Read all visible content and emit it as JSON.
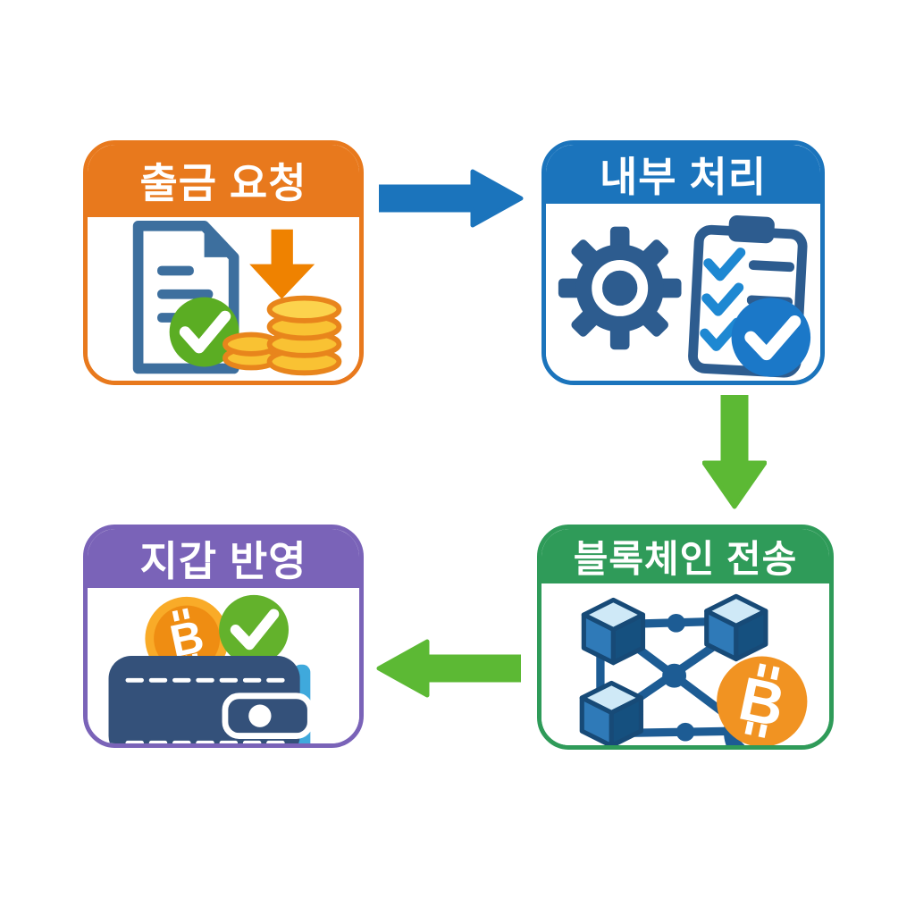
{
  "diagram": {
    "steps": [
      {
        "id": "withdrawal-request",
        "label": "출금 요청",
        "header_color": "#E8791D",
        "icon": "document-check-coins-icon"
      },
      {
        "id": "internal-processing",
        "label": "내부 처리",
        "header_color": "#1B74BC",
        "icon": "gear-checklist-icon"
      },
      {
        "id": "blockchain-transfer",
        "label": "블록체인 전송",
        "header_color": "#2F9B59",
        "icon": "blockchain-network-bitcoin-icon"
      },
      {
        "id": "wallet-reflection",
        "label": "지갑 반영",
        "header_color": "#7A63B8",
        "icon": "wallet-bitcoin-check-icon"
      }
    ],
    "arrows": [
      {
        "from_step": "출금 요청",
        "to_step": "내부 처리",
        "direction": "right",
        "color": "#1B74BC"
      },
      {
        "from_step": "내부 처리",
        "to_step": "블록체인 전송",
        "direction": "down",
        "color": "#5CB934"
      },
      {
        "from_step": "블록체인 전송",
        "to_step": "지갑 반영",
        "direction": "left",
        "color": "#5CB934"
      }
    ],
    "icon_colors": {
      "navy": "#2D5C8F",
      "steel_blue": "#3D6F9E",
      "bright_blue": "#1E88D2",
      "cube_top_blue": "#CFE9F7",
      "coin_gold": "#F9C233",
      "coin_outline": "#E8851C",
      "bitcoin_orange": "#F19322",
      "check_green": "#5BAD23",
      "arrow_orange": "#EF8200",
      "wallet_navy": "#34517A"
    }
  }
}
